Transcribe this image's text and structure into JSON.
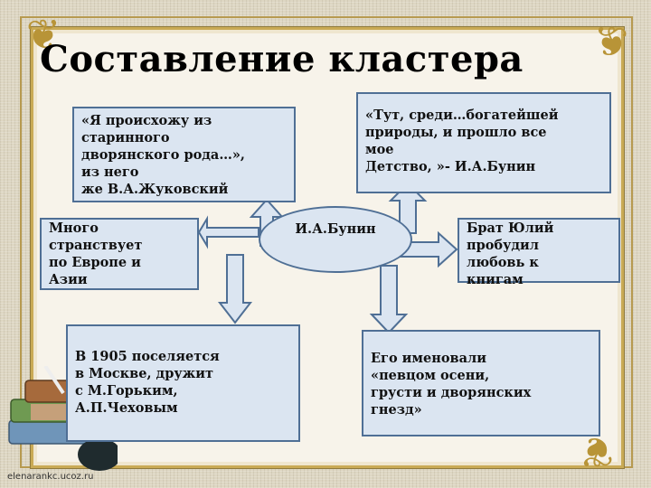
{
  "slide": {
    "title": "Составление кластера",
    "center_node": "И.А.Бунин",
    "nodes": {
      "top_left": "«Я происхожу из\nстаринного\nдворянского рода…»,\nиз него\nже В.А.Жуковский",
      "top_right": "«Тут, среди…богатейшей\nприроды, и прошло все\nмое\nДетство, »- И.А.Бунин",
      "left": "Много\nстранствует\nпо Европе и\nАзии",
      "right": "Брат Юлий\nпробудил\nлюбовь к\nкнигам",
      "bottom_left": "В 1905 поселяется\nв Москве, дружит\nс М.Горьким,\nА.П.Чеховым",
      "bottom_right": "Его именовали\n«певцом осени,\nгрусти и дворянских\nгнезд»"
    },
    "watermark": "elenarankc.ucoz.ru"
  },
  "colors": {
    "node_fill": "#dbe5f1",
    "node_border": "#4f6f95",
    "frame_gold": "#c9aa55",
    "paper": "#f7f3ea"
  },
  "icons": [
    "ornament-corner-icon",
    "books-decoration-icon",
    "inkwell-icon"
  ]
}
